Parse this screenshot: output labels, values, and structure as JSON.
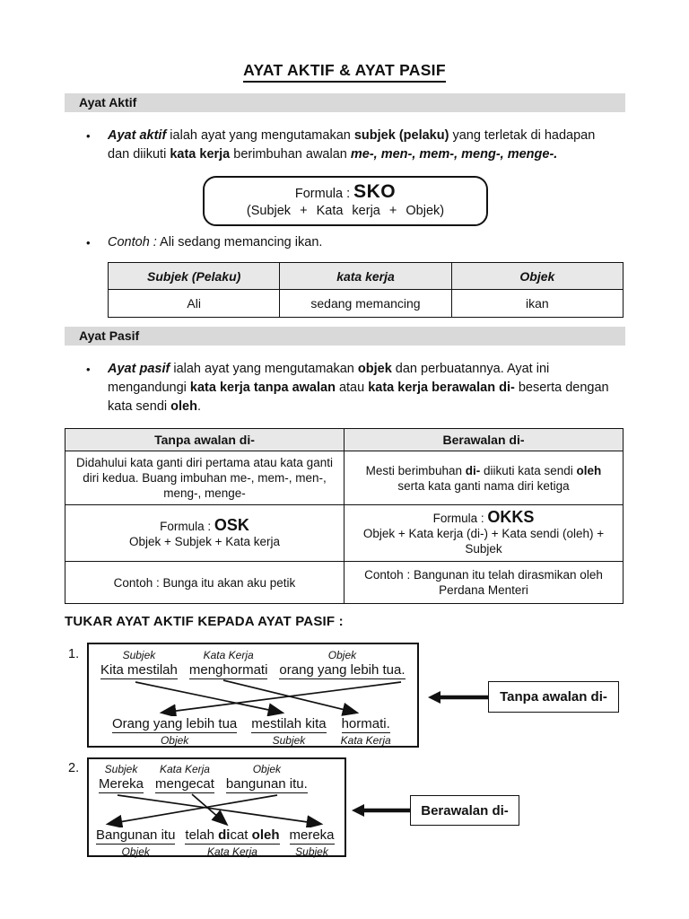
{
  "title": "AYAT AKTIF & AYAT PASIF",
  "aktif": {
    "header": "Ayat Aktif",
    "bullet": [
      {
        "t": "Ayat aktif",
        "s": "bi"
      },
      {
        "t": " ialah ayat yang mengutamakan ",
        "s": "n"
      },
      {
        "t": "subjek (pelaku)",
        "s": "b"
      },
      {
        "t": " yang terletak di hadapan dan diikuti ",
        "s": "n"
      },
      {
        "t": "kata kerja",
        "s": "b"
      },
      {
        "t": " berimbuhan awalan ",
        "s": "n"
      },
      {
        "t": "me-, men-, mem-, meng-, menge-.",
        "s": "bi"
      }
    ],
    "formula": {
      "label": "Formula : ",
      "code": "SKO",
      "expansion": "(Subjek + Kata kerja + Objek)"
    },
    "contoh": [
      {
        "t": "Contoh :",
        "s": "i"
      },
      {
        "t": " Ali sedang memancing ikan.",
        "s": "n"
      }
    ],
    "table": {
      "headers": [
        "Subjek (Pelaku)",
        "kata kerja",
        "Objek"
      ],
      "row": [
        "Ali",
        "sedang memancing",
        "ikan"
      ]
    }
  },
  "pasif": {
    "header": "Ayat Pasif",
    "bullet": [
      {
        "t": "Ayat pasif",
        "s": "bi"
      },
      {
        "t": " ialah ayat yang mengutamakan ",
        "s": "n"
      },
      {
        "t": "objek",
        "s": "b"
      },
      {
        "t": " dan perbuatannya. Ayat ini mengandungi ",
        "s": "n"
      },
      {
        "t": "kata kerja tanpa awalan",
        "s": "b"
      },
      {
        "t": " atau ",
        "s": "n"
      },
      {
        "t": "kata kerja berawalan di-",
        "s": "b"
      },
      {
        "t": " beserta dengan kata sendi ",
        "s": "n"
      },
      {
        "t": "oleh",
        "s": "b"
      },
      {
        "t": ".",
        "s": "n"
      }
    ],
    "table": {
      "headers": [
        "Tanpa awalan di-",
        "Berawalan di-"
      ],
      "row1_left": "Didahului kata ganti diri pertama atau kata ganti diri kedua. Buang imbuhan me-, mem-, men-, meng-, menge-",
      "row1_right": [
        {
          "t": "Mesti berimbuhan ",
          "s": "n"
        },
        {
          "t": "di-",
          "s": "b"
        },
        {
          "t": " diikuti kata sendi ",
          "s": "n"
        },
        {
          "t": "oleh",
          "s": "b"
        },
        {
          "t": " serta kata ganti nama diri ketiga",
          "s": "n"
        }
      ],
      "row2_left": {
        "label": "Formula : ",
        "code": "OSK",
        "expansion": "Objek + Subjek + Kata kerja"
      },
      "row2_right": {
        "label": "Formula : ",
        "code": "OKKS",
        "expansion": "Objek + Kata kerja (di-) + Kata sendi (oleh) + Subjek"
      },
      "row3_left": "Contoh : Bunga itu akan aku petik",
      "row3_right": "Contoh : Bangunan itu telah dirasmikan oleh Perdana Menteri"
    }
  },
  "exercise": {
    "heading": "TUKAR AYAT AKTIF KEPADA AYAT PASIF :",
    "item1": {
      "number": "1.",
      "top": [
        {
          "label": "Subjek",
          "word": "Kita mestilah"
        },
        {
          "label": "Kata Kerja",
          "word": "menghormati"
        },
        {
          "label": "Objek",
          "word": "orang yang lebih tua."
        }
      ],
      "bottom": [
        {
          "word": "Orang yang lebih tua",
          "label": "Objek"
        },
        {
          "word": "mestilah kita",
          "label": "Subjek"
        },
        {
          "word": "hormati.",
          "label": "Kata Kerja"
        }
      ],
      "callout": "Tanpa awalan di-"
    },
    "item2": {
      "number": "2.",
      "top": [
        {
          "label": "Subjek",
          "word": "Mereka"
        },
        {
          "label": "Kata Kerja",
          "word": "mengecat"
        },
        {
          "label": "Objek",
          "word": "bangunan itu."
        }
      ],
      "bottom_first": {
        "word": "Bangunan itu",
        "label": "Objek"
      },
      "bottom_mid": {
        "segments": [
          {
            "t": "telah ",
            "s": "n"
          },
          {
            "t": "di",
            "s": "b"
          },
          {
            "t": "cat ",
            "s": "n"
          },
          {
            "t": "oleh",
            "s": "b"
          }
        ],
        "label": "Kata Kerja"
      },
      "bottom_last": {
        "word": "mereka",
        "label": "Subjek"
      },
      "callout": "Berawalan di-"
    }
  }
}
